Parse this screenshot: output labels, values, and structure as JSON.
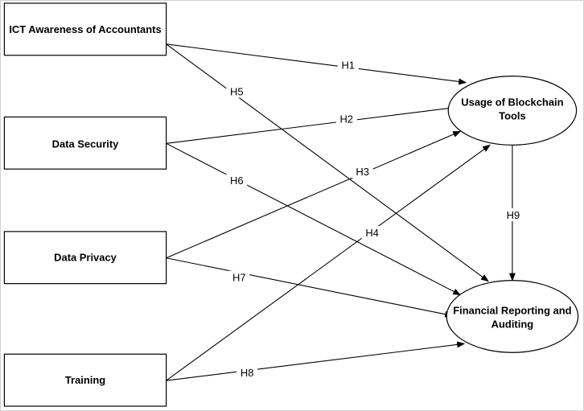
{
  "nodes": {
    "ict": {
      "label": "ICT Awareness of Accountants",
      "shape": "rect"
    },
    "security": {
      "label": "Data Security",
      "shape": "rect"
    },
    "privacy": {
      "label": "Data Privacy",
      "shape": "rect"
    },
    "training": {
      "label": "Training",
      "shape": "rect"
    },
    "blockchain": {
      "label_line1": "Usage of Blockchain",
      "label_line2": "Tools",
      "shape": "ellipse"
    },
    "reporting": {
      "label_line1": "Financial Reporting and",
      "label_line2": "Auditing",
      "shape": "ellipse"
    }
  },
  "edges": [
    {
      "id": "h1",
      "label": "H1",
      "from": "ict",
      "to": "blockchain"
    },
    {
      "id": "h2",
      "label": "H2",
      "from": "security",
      "to": "blockchain"
    },
    {
      "id": "h3",
      "label": "H3",
      "from": "privacy",
      "to": "blockchain"
    },
    {
      "id": "h4",
      "label": "H4",
      "from": "training",
      "to": "blockchain"
    },
    {
      "id": "h5",
      "label": "H5",
      "from": "ict",
      "to": "reporting"
    },
    {
      "id": "h6",
      "label": "H6",
      "from": "security",
      "to": "reporting"
    },
    {
      "id": "h7",
      "label": "H7",
      "from": "privacy",
      "to": "reporting"
    },
    {
      "id": "h8",
      "label": "H8",
      "from": "training",
      "to": "reporting"
    },
    {
      "id": "h9",
      "label": "H9",
      "from": "blockchain",
      "to": "reporting"
    }
  ]
}
